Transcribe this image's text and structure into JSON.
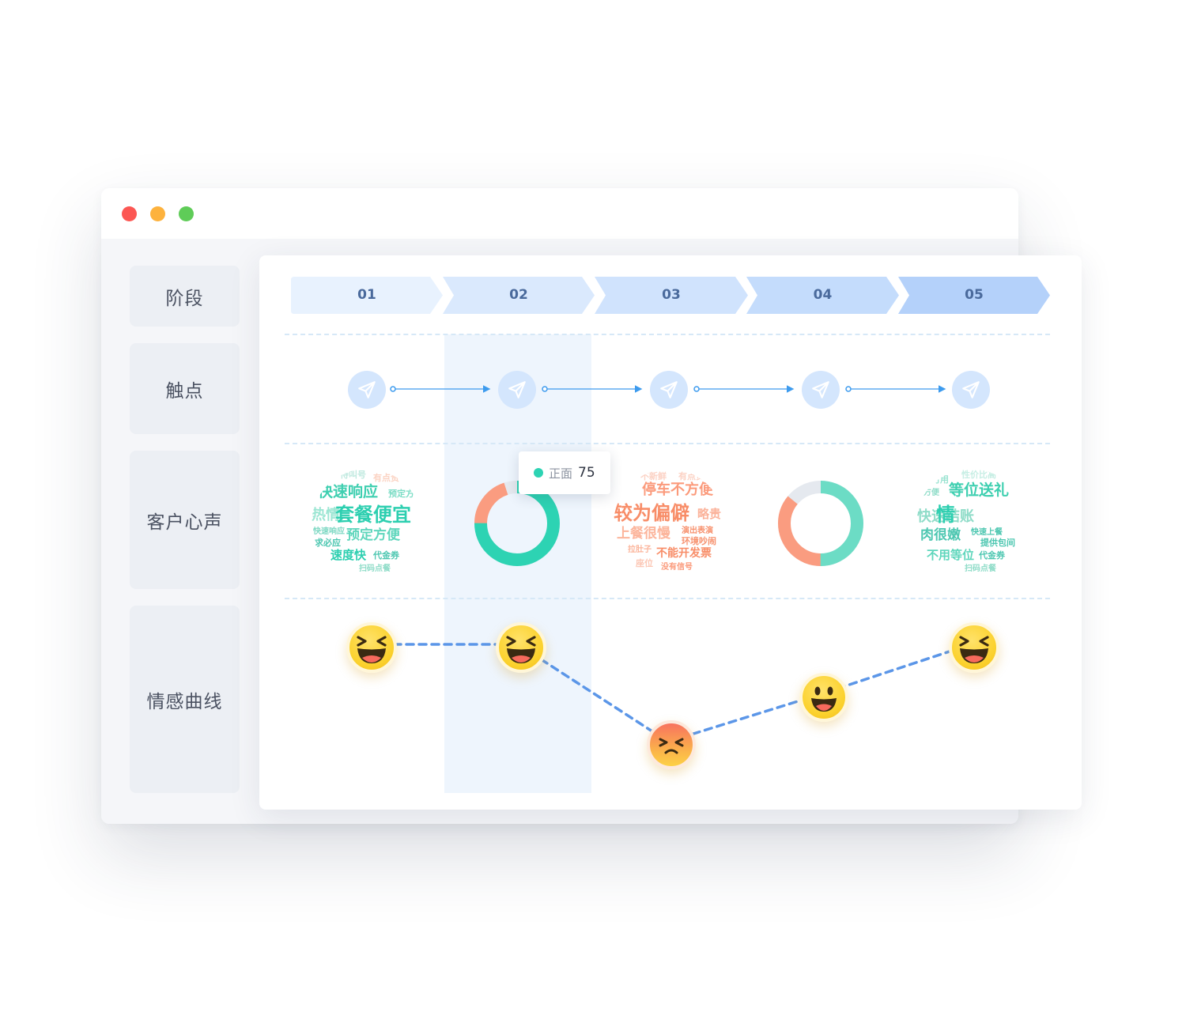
{
  "row_labels": {
    "stage": "阶段",
    "touchpoint": "触点",
    "voice": "客户心声",
    "emotion": "情感曲线"
  },
  "stages": [
    {
      "label": "01",
      "color": "#e8f2fe"
    },
    {
      "label": "02",
      "color": "#dae9fd"
    },
    {
      "label": "03",
      "color": "#d0e3fd"
    },
    {
      "label": "04",
      "color": "#c4dcfc"
    },
    {
      "label": "05",
      "color": "#b4d1fa"
    }
  ],
  "touchpoints": [
    {
      "icon": "paper-plane-icon"
    },
    {
      "icon": "paper-plane-icon"
    },
    {
      "icon": "paper-plane-icon"
    },
    {
      "icon": "paper-plane-icon"
    },
    {
      "icon": "paper-plane-icon"
    }
  ],
  "word_clouds": {
    "stage1": [
      "待叫号",
      "有点贵",
      "快速响应",
      "预定方",
      "热情",
      "套餐便宜",
      "快速响应",
      "预定方便",
      "求必应",
      "速度快",
      "代金券",
      "扫码点餐"
    ],
    "stage3": [
      "不新鲜",
      "有点贵",
      "停车不方便",
      "较为偏僻",
      "略贵",
      "上餐很慢",
      "演出表演",
      "环境吵闹",
      "拉肚子",
      "不能开发票",
      "座位",
      "没有信号"
    ],
    "stage5": [
      "性价比高",
      "可用",
      "等位送礼",
      "方便",
      "快速结账",
      "情",
      "肉很嫩",
      "快速上餐",
      "提供包间",
      "不用等位",
      "代金券",
      "扫码点餐"
    ]
  },
  "donuts": [
    {
      "stage": "02",
      "positive": 75,
      "negative": 20,
      "neutral": 5,
      "positive_color": "#2dd3b3",
      "negative_color": "#fa9c80",
      "neutral_color": "#e5e9ef"
    },
    {
      "stage": "04",
      "positive": 50,
      "negative": 36,
      "neutral": 14,
      "positive_color": "#6cdcc5",
      "negative_color": "#fa9c80",
      "neutral_color": "#e5e9ef"
    }
  ],
  "tooltip": {
    "label": "正面",
    "value": "75",
    "color": "#2dd3b3"
  },
  "emotions": [
    {
      "stage": "01",
      "mood": "laughing"
    },
    {
      "stage": "02",
      "mood": "laughing"
    },
    {
      "stage": "03",
      "mood": "angry"
    },
    {
      "stage": "04",
      "mood": "smiling"
    },
    {
      "stage": "05",
      "mood": "laughing"
    }
  ],
  "colors": {
    "accent": "#3d8ff0",
    "curve": "#5b96e8",
    "positive": "#2dd3b3",
    "negative": "#fa8d6a",
    "highlight": "#eef5fd"
  }
}
